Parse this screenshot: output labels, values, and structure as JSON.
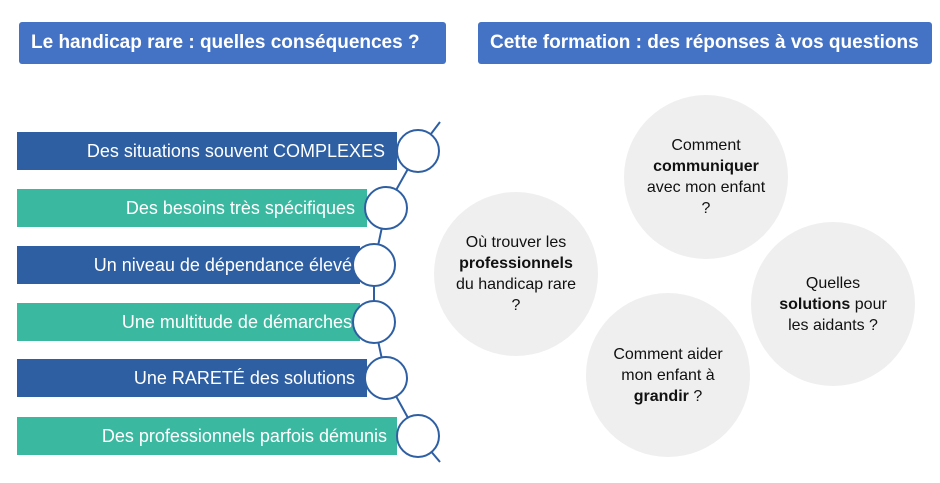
{
  "headers": {
    "left": "Le handicap rare : quelles conséquences ?",
    "right": "Cette formation : des réponses à vos questions"
  },
  "consequences": [
    "Des situations souvent COMPLEXES",
    "Des besoins très spécifiques",
    "Un niveau de dépendance élevé",
    "Une multitude de démarches",
    "Une RARETÉ des solutions",
    "Des professionnels parfois démunis"
  ],
  "colors": {
    "header": "#4472c4",
    "bar_dark": "#2e5fa3",
    "bar_teal": "#3bb8a0",
    "bubble": "#efefef"
  },
  "questions": {
    "q1": {
      "before": "Comment",
      "bold": "communiquer",
      "after": "avec mon enfant ?"
    },
    "q2": {
      "before": "Où trouver les",
      "bold": "professionnels",
      "after": "du handicap rare ?"
    },
    "q3": {
      "before": "Quelles",
      "bold": "solutions",
      "after": "pour les aidants ?"
    },
    "q4": {
      "before": "Comment aider mon enfant à",
      "bold": "grandir",
      "after": "?"
    }
  }
}
